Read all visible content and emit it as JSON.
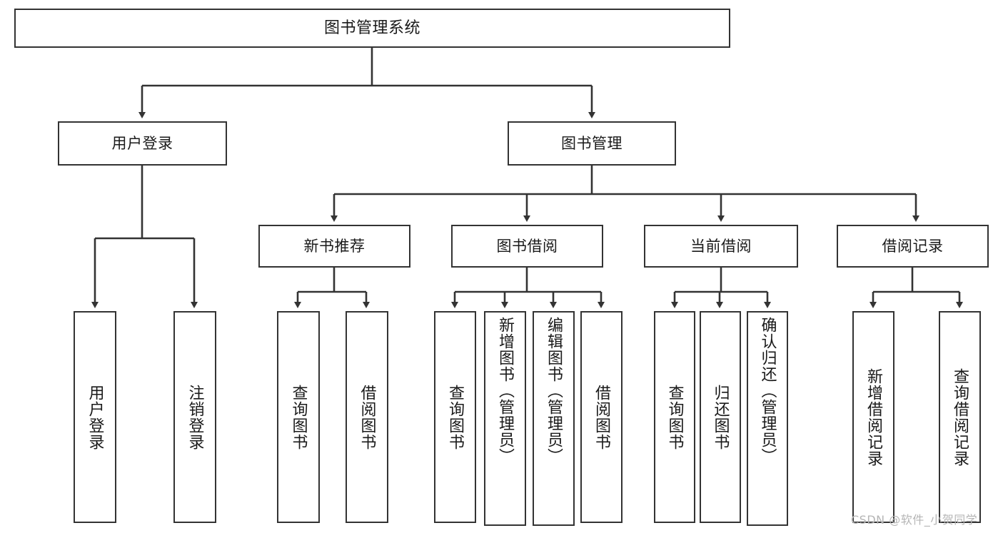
{
  "diagram": {
    "title": "图书管理系统",
    "type": "hierarchy-tree",
    "levels": 3,
    "colors": {
      "node_border": "#333333",
      "node_fill": "#ffffff",
      "connector": "#333333",
      "text": "#1a1a1a",
      "watermark": "#b5b5b5",
      "background": "#ffffff"
    },
    "root": {
      "label": "图书管理系统"
    },
    "level2": [
      {
        "label": "用户登录"
      },
      {
        "label": "图书管理"
      }
    ],
    "level3": [
      {
        "label": "新书推荐"
      },
      {
        "label": "图书借阅"
      },
      {
        "label": "当前借阅"
      },
      {
        "label": "借阅记录"
      }
    ],
    "leaves": {
      "user_login": [
        {
          "label": "用户登录"
        },
        {
          "label": "注销登录"
        }
      ],
      "new_book_recommend": [
        {
          "label": "查询图书"
        },
        {
          "label": "借阅图书"
        }
      ],
      "book_borrow": [
        {
          "label": "查询图书"
        },
        {
          "label": "新增图书（管理员）"
        },
        {
          "label": "编辑图书（管理员）"
        },
        {
          "label": "借阅图书"
        }
      ],
      "current_borrow": [
        {
          "label": "查询图书"
        },
        {
          "label": "归还图书"
        },
        {
          "label": "确认归还（管理员）"
        }
      ],
      "borrow_record": [
        {
          "label": "新增借阅记录"
        },
        {
          "label": "查询借阅记录"
        }
      ]
    }
  },
  "watermark": {
    "text": "CSDN @软件_小贺同学"
  }
}
